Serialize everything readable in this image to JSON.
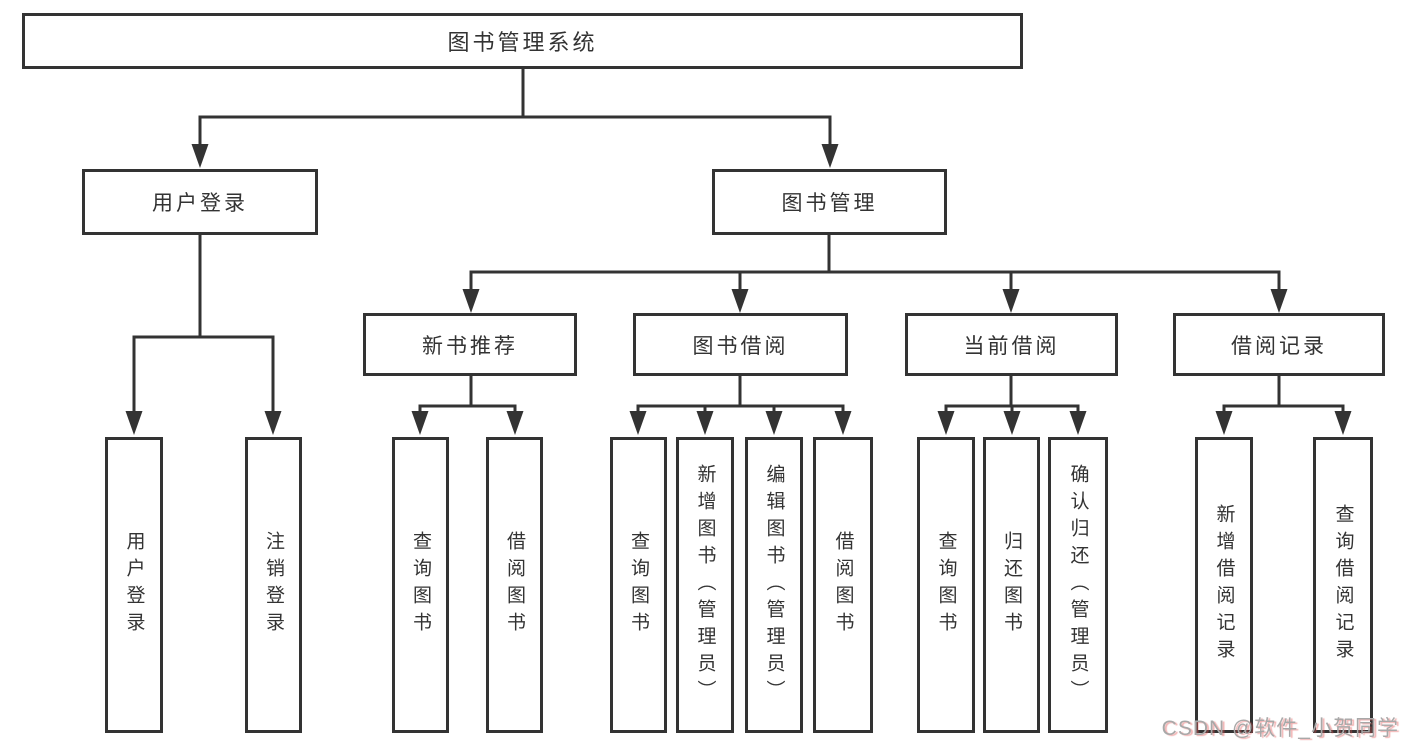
{
  "diagram": {
    "root": {
      "label": "图书管理系统"
    },
    "branches": {
      "user": {
        "label": "用户登录",
        "children": [
          "用户登录",
          "注销登录"
        ]
      },
      "book": {
        "label": "图书管理",
        "sections": {
          "recommend": {
            "label": "新书推荐",
            "children": [
              "查询图书",
              "借阅图书"
            ]
          },
          "borrow": {
            "label": "图书借阅",
            "children": [
              "查询图书",
              "新增图书（管理员）",
              "编辑图书（管理员）",
              "借阅图书"
            ]
          },
          "current": {
            "label": "当前借阅",
            "children": [
              "查询图书",
              "归还图书",
              "确认归还（管理员）"
            ]
          },
          "records": {
            "label": "借阅记录",
            "children": [
              "新增借阅记录",
              "查询借阅记录"
            ]
          }
        }
      }
    }
  },
  "watermark": {
    "text": "CSDN @软件_小贺同学"
  }
}
